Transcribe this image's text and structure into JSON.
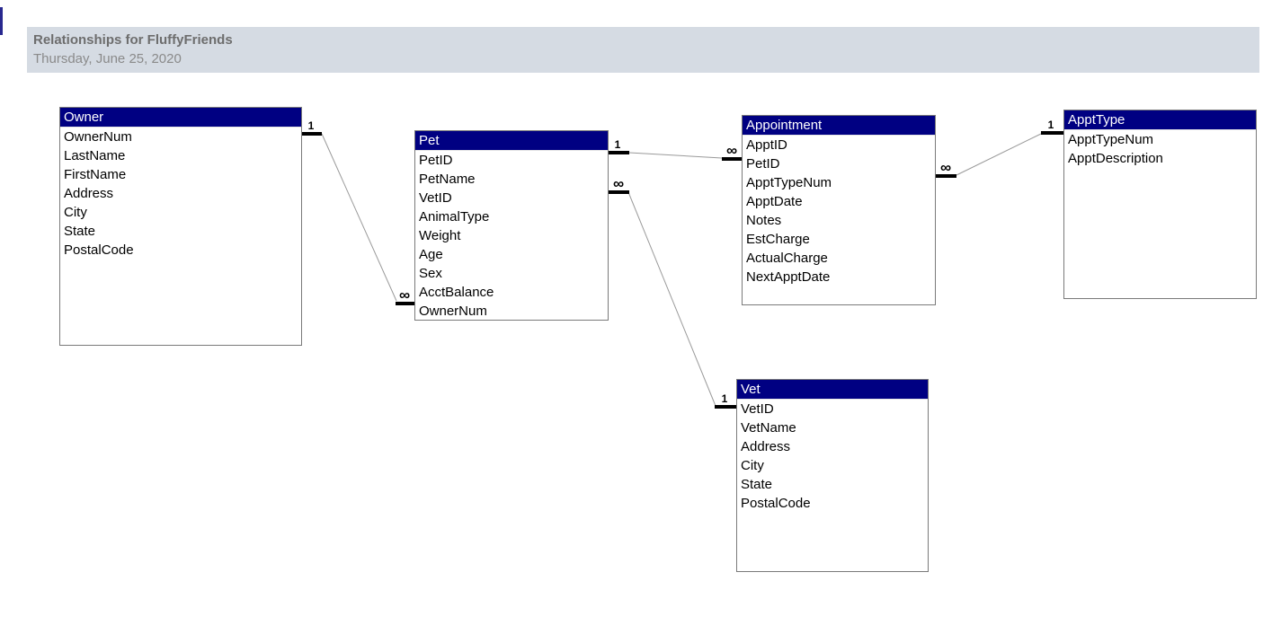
{
  "header": {
    "title": "Relationships for FluffyFriends",
    "date": "Thursday, June 25, 2020",
    "background": "#d5dbe3"
  },
  "entities": [
    {
      "name": "Owner",
      "fields": [
        "OwnerNum",
        "LastName",
        "FirstName",
        "Address",
        "City",
        "State",
        "PostalCode"
      ]
    },
    {
      "name": "Pet",
      "fields": [
        "PetID",
        "PetName",
        "VetID",
        "AnimalType",
        "Weight",
        "Age",
        "Sex",
        "AcctBalance",
        "OwnerNum"
      ]
    },
    {
      "name": "Appointment",
      "fields": [
        "ApptID",
        "PetID",
        "ApptTypeNum",
        "ApptDate",
        "Notes",
        "EstCharge",
        "ActualCharge",
        "NextApptDate"
      ]
    },
    {
      "name": "ApptType",
      "fields": [
        "ApptTypeNum",
        "ApptDescription"
      ]
    },
    {
      "name": "Vet",
      "fields": [
        "VetID",
        "VetName",
        "Address",
        "City",
        "State",
        "PostalCode"
      ]
    }
  ],
  "relationships": [
    {
      "from": "Owner",
      "to": "Pet",
      "from_label": "1",
      "to_label": "∞"
    },
    {
      "from": "Pet",
      "to": "Appointment",
      "from_label": "1",
      "to_label": "∞"
    },
    {
      "from": "Pet",
      "to": "Vet",
      "from_label": "∞",
      "to_label": "1"
    },
    {
      "from": "ApptType",
      "to": "Appointment",
      "from_label": "1",
      "to_label": "∞"
    }
  ],
  "colors": {
    "table_header_bg": "#000082",
    "table_header_text": "#ffffff",
    "table_border": "#7a7a7a",
    "relationship_line": "#9a9a9a",
    "cardinality_marker": "#000000",
    "accent_sliver": "#28288f"
  }
}
